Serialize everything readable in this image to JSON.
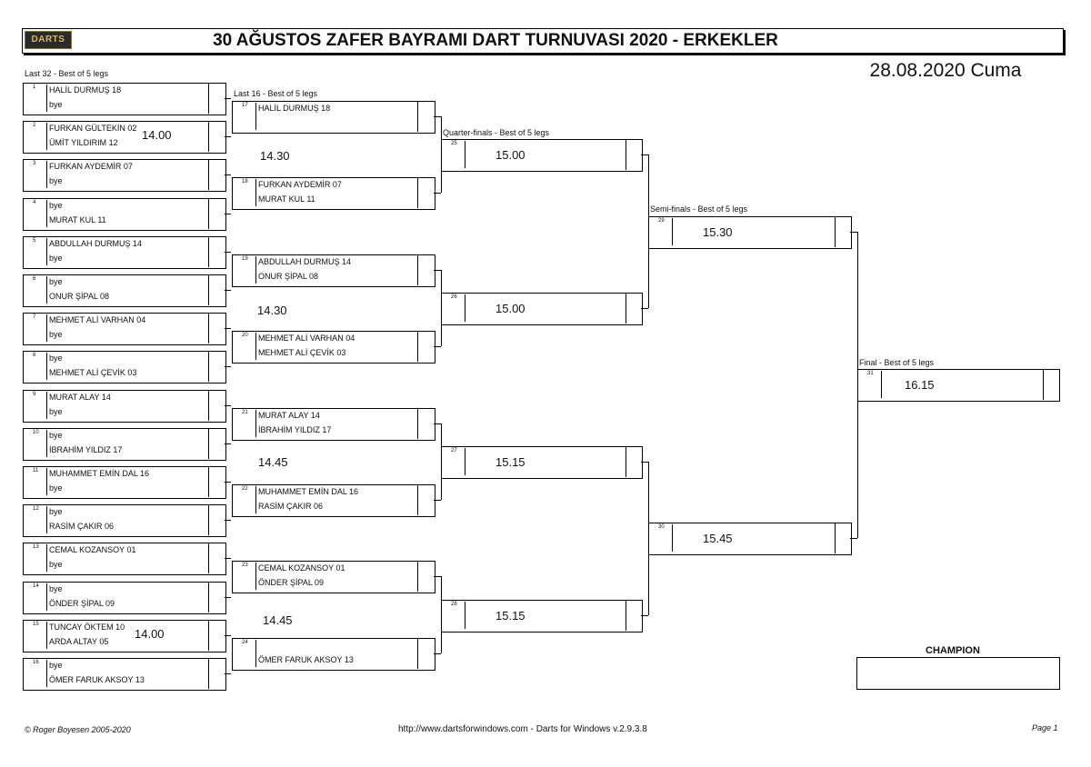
{
  "header": {
    "logo_text": "DARTS",
    "title": "30 AĞUSTOS ZAFER BAYRAMI DART TURNUVASI 2020 - ERKEKLER",
    "date": "28.08.2020 Cuma"
  },
  "rounds": {
    "last32": "Last 32 - Best of 5 legs",
    "last16": "Last 16 - Best of 5 legs",
    "qf": "Quarter-finals - Best of 5 legs",
    "sf": "Semi-finals - Best of 5 legs",
    "final": "Final - Best of 5 legs"
  },
  "last32": [
    {
      "num": "1",
      "p1": "HALİL DURMUŞ 18",
      "p2": "bye"
    },
    {
      "num": "2",
      "p1": "FURKAN GÜLTEKİN 02",
      "p2": "ÜMİT YILDIRIM 12"
    },
    {
      "num": "3",
      "p1": "FURKAN AYDEMİR 07",
      "p2": "bye"
    },
    {
      "num": "4",
      "p1": "bye",
      "p2": "MURAT KUL 11"
    },
    {
      "num": "5",
      "p1": "ABDULLAH DURMUŞ 14",
      "p2": "bye"
    },
    {
      "num": "6",
      "p1": "bye",
      "p2": "ONUR ŞİPAL 08"
    },
    {
      "num": "7",
      "p1": "MEHMET ALİ VARHAN 04",
      "p2": "bye"
    },
    {
      "num": "8",
      "p1": "bye",
      "p2": "MEHMET ALİ ÇEVİK 03"
    },
    {
      "num": "9",
      "p1": "MURAT ALAY 14",
      "p2": "bye"
    },
    {
      "num": "10",
      "p1": "bye",
      "p2": "İBRAHİM YILDIZ 17"
    },
    {
      "num": "11",
      "p1": "MUHAMMET EMİN DAL 16",
      "p2": "bye"
    },
    {
      "num": "12",
      "p1": "bye",
      "p2": "RASİM ÇAKIR 06"
    },
    {
      "num": "13",
      "p1": "CEMAL KOZANSOY 01",
      "p2": "bye"
    },
    {
      "num": "14",
      "p1": "bye",
      "p2": "ÖNDER ŞİPAL 09"
    },
    {
      "num": "15",
      "p1": "TUNCAY ÖKTEM 10",
      "p2": "ARDA ALTAY 05"
    },
    {
      "num": "16",
      "p1": "bye",
      "p2": "ÖMER FARUK AKSOY 13"
    }
  ],
  "last32_times": {
    "m2": "14.00",
    "m15": "14.00"
  },
  "last16": [
    {
      "num": "17",
      "p1": "HALİL DURMUŞ 18",
      "p2": ""
    },
    {
      "num": "18",
      "p1": "FURKAN AYDEMİR 07",
      "p2": "MURAT KUL 11"
    },
    {
      "num": "19",
      "p1": "ABDULLAH DURMUŞ 14",
      "p2": "ONUR ŞİPAL 08"
    },
    {
      "num": "20",
      "p1": "MEHMET ALİ VARHAN 04",
      "p2": "MEHMET ALİ ÇEVİK 03"
    },
    {
      "num": "21",
      "p1": "MURAT ALAY 14",
      "p2": "İBRAHİM YILDIZ 17"
    },
    {
      "num": "22",
      "p1": "MUHAMMET EMİN DAL 16",
      "p2": "RASİM ÇAKIR 06"
    },
    {
      "num": "23",
      "p1": "CEMAL KOZANSOY 01",
      "p2": "ÖNDER ŞİPAL 09"
    },
    {
      "num": "24",
      "p1": "",
      "p2": "ÖMER FARUK AKSOY 13"
    }
  ],
  "last16_times": [
    "14.30",
    "14.30",
    "14.45",
    "14.45"
  ],
  "qf": [
    {
      "num": "25",
      "time": "15.00"
    },
    {
      "num": "26",
      "time": "15.00"
    },
    {
      "num": "27",
      "time": "15.15"
    },
    {
      "num": "28",
      "time": "15.15"
    }
  ],
  "sf": [
    {
      "num": "29",
      "time": "15.30"
    },
    {
      "num": "30",
      "time": "15.45"
    }
  ],
  "final": {
    "num": "31",
    "time": "16.15"
  },
  "champion_label": "CHAMPION",
  "footer": {
    "copyright": "© Roger Boyesen 2005-2020",
    "url": "http://www.dartsforwindows.com - Darts for Windows v.2.9.3.8",
    "page": "Page 1"
  }
}
